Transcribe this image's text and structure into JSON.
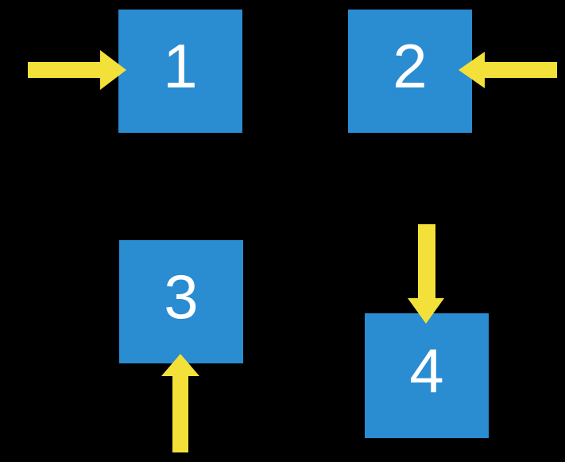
{
  "diagram": {
    "colors": {
      "background": "#000000",
      "square": "#2A8CD1",
      "arrow": "#F3E13A",
      "number_text": "#FFFFFF"
    },
    "squares": [
      {
        "label": "1",
        "arrow_direction": "right",
        "arrow_enters_from": "left"
      },
      {
        "label": "2",
        "arrow_direction": "left",
        "arrow_enters_from": "right"
      },
      {
        "label": "3",
        "arrow_direction": "up",
        "arrow_enters_from": "bottom"
      },
      {
        "label": "4",
        "arrow_direction": "down",
        "arrow_enters_from": "top"
      }
    ]
  }
}
